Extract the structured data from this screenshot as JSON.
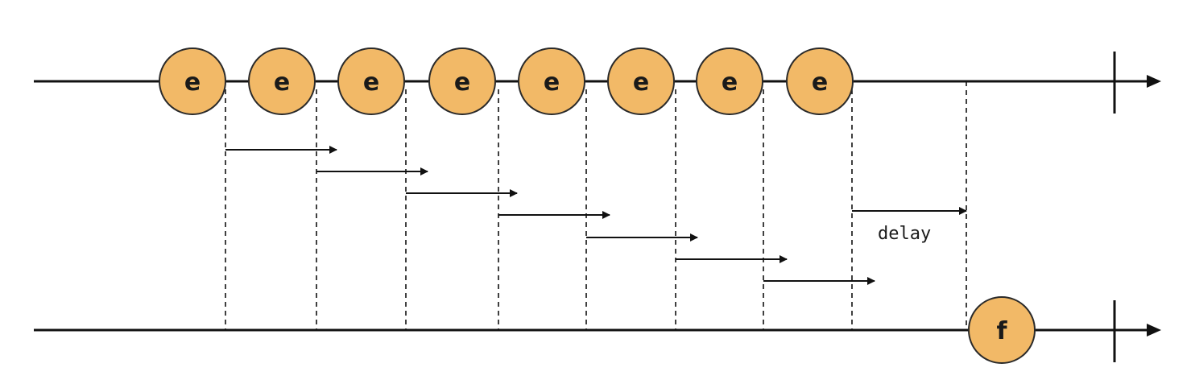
{
  "diagram": {
    "type": "marble-diagram",
    "colors": {
      "marble_fill": "#F2B967",
      "marble_stroke": "#2a2a2a",
      "line": "#111111",
      "text": "#1a1a1a"
    },
    "timelines": [
      {
        "role": "source",
        "marbles": [
          "e",
          "e",
          "e",
          "e",
          "e",
          "e",
          "e",
          "e"
        ],
        "completes": true
      },
      {
        "role": "output",
        "marbles": [
          "f"
        ],
        "completes": true
      }
    ],
    "delay_arrows": 8,
    "delay_label": "delay"
  }
}
